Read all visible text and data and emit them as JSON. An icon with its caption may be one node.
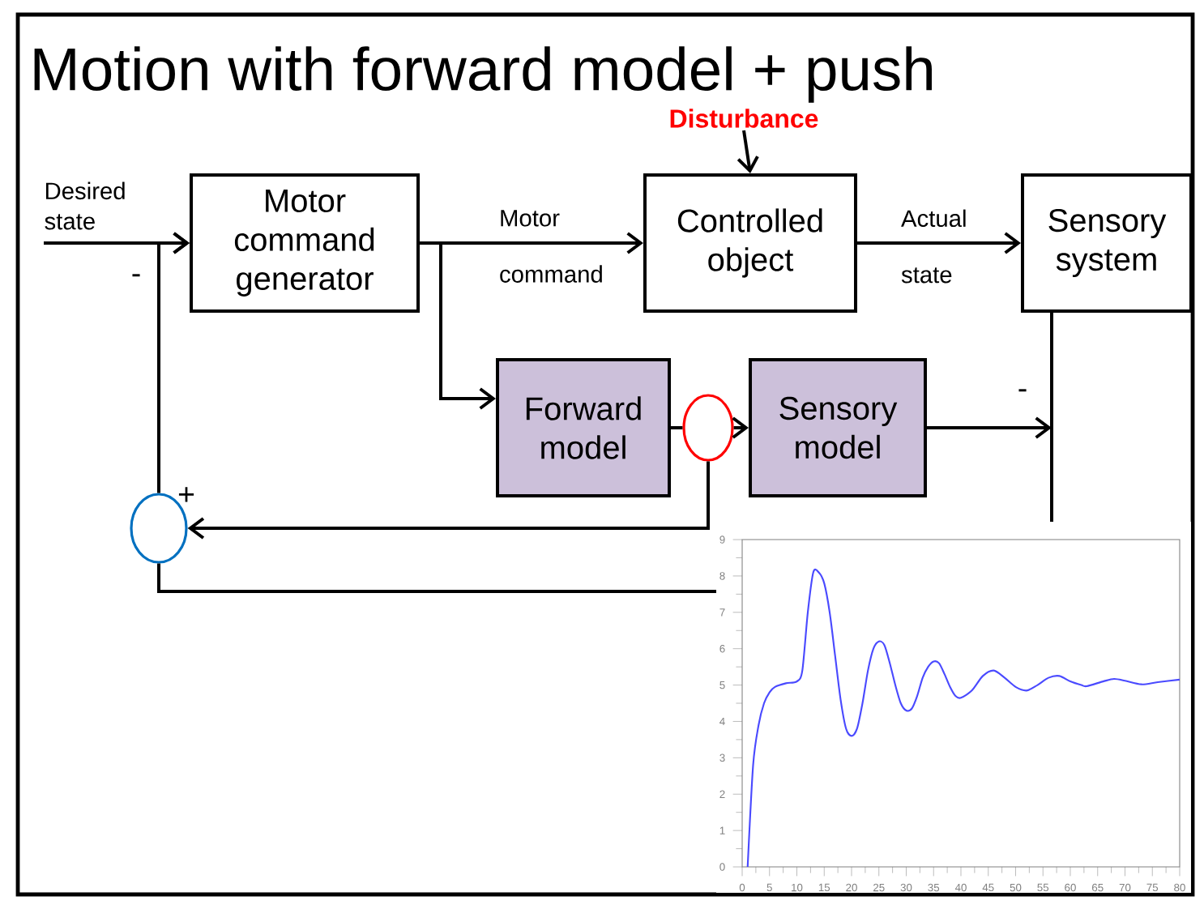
{
  "diagram": {
    "title": "Motion with forward model + push",
    "nodes": [
      {
        "text": [
          "Motor command generator"
        ]
      },
      {
        "text": [
          "Controlled object"
        ]
      },
      {
        "text": [
          "Sensory system"
        ]
      },
      {
        "text": [
          "Forward model"
        ]
      },
      {
        "text": [
          "Sensory model"
        ]
      },
      {
        "text": [
          "Disturbance"
        ]
      },
      {
        "text": [],
        "shape": "circle"
      },
      {
        "text": [],
        "shape": "circle"
      }
    ],
    "edges": [
      {
        "from": null,
        "to": 0,
        "arrow": "to",
        "label": "Desired state"
      },
      {
        "from": 0,
        "to": 1,
        "arrow": "to",
        "label": "Motor command"
      },
      {
        "from": 5,
        "to": 1,
        "arrow": "to"
      },
      {
        "from": 1,
        "to": 2,
        "arrow": "to",
        "label": "Actual state"
      },
      {
        "from": 0,
        "to": 3,
        "arrow": "to"
      },
      {
        "from": 3,
        "to": 7,
        "arrow": "none"
      },
      {
        "from": 7,
        "to": 4,
        "arrow": "to"
      },
      {
        "from": 7,
        "to": 6,
        "arrow": "to"
      },
      {
        "from": 4,
        "to": null,
        "arrow": "to"
      },
      {
        "from": 2,
        "to": 6,
        "arrow": "none"
      },
      {
        "from": 6,
        "to": 0,
        "arrow": "to"
      }
    ],
    "labels": [
      "-",
      "+",
      "-"
    ],
    "chart_data": {
      "type": "line",
      "x": [
        1,
        2,
        3,
        4,
        5,
        6,
        8,
        10,
        11,
        12,
        13,
        14,
        15,
        16,
        17,
        18,
        19,
        20,
        21,
        22,
        23,
        24,
        25,
        26,
        27,
        28,
        29,
        30,
        31,
        32,
        33,
        34,
        35,
        36,
        37,
        38,
        39,
        40,
        42,
        44,
        46,
        48,
        50,
        52,
        54,
        56,
        58,
        60,
        62,
        63,
        66,
        68,
        70,
        73,
        76,
        80
      ],
      "series": [
        {
          "color": "#4a4aff",
          "values": [
            0,
            2.8,
            3.9,
            4.5,
            4.8,
            4.95,
            5.05,
            5.1,
            5.4,
            7.0,
            8.1,
            8.1,
            7.8,
            7.0,
            5.8,
            4.6,
            3.8,
            3.6,
            3.8,
            4.5,
            5.4,
            6.0,
            6.2,
            6.1,
            5.6,
            5.0,
            4.5,
            4.3,
            4.35,
            4.7,
            5.2,
            5.5,
            5.65,
            5.6,
            5.3,
            4.95,
            4.7,
            4.65,
            4.85,
            5.25,
            5.4,
            5.2,
            4.95,
            4.85,
            5.0,
            5.2,
            5.25,
            5.1,
            5.0,
            4.97,
            5.1,
            5.17,
            5.12,
            5.02,
            5.08,
            5.15
          ]
        }
      ],
      "xlim": [
        0,
        80
      ],
      "ylim": [
        0,
        9
      ],
      "xticks": [
        0,
        5,
        10,
        15,
        20,
        25,
        30,
        35,
        40,
        45,
        50,
        55,
        60,
        65,
        70,
        75,
        80
      ],
      "yticks": [
        0,
        1,
        2,
        3,
        4,
        5,
        6,
        7,
        8,
        9
      ]
    }
  }
}
